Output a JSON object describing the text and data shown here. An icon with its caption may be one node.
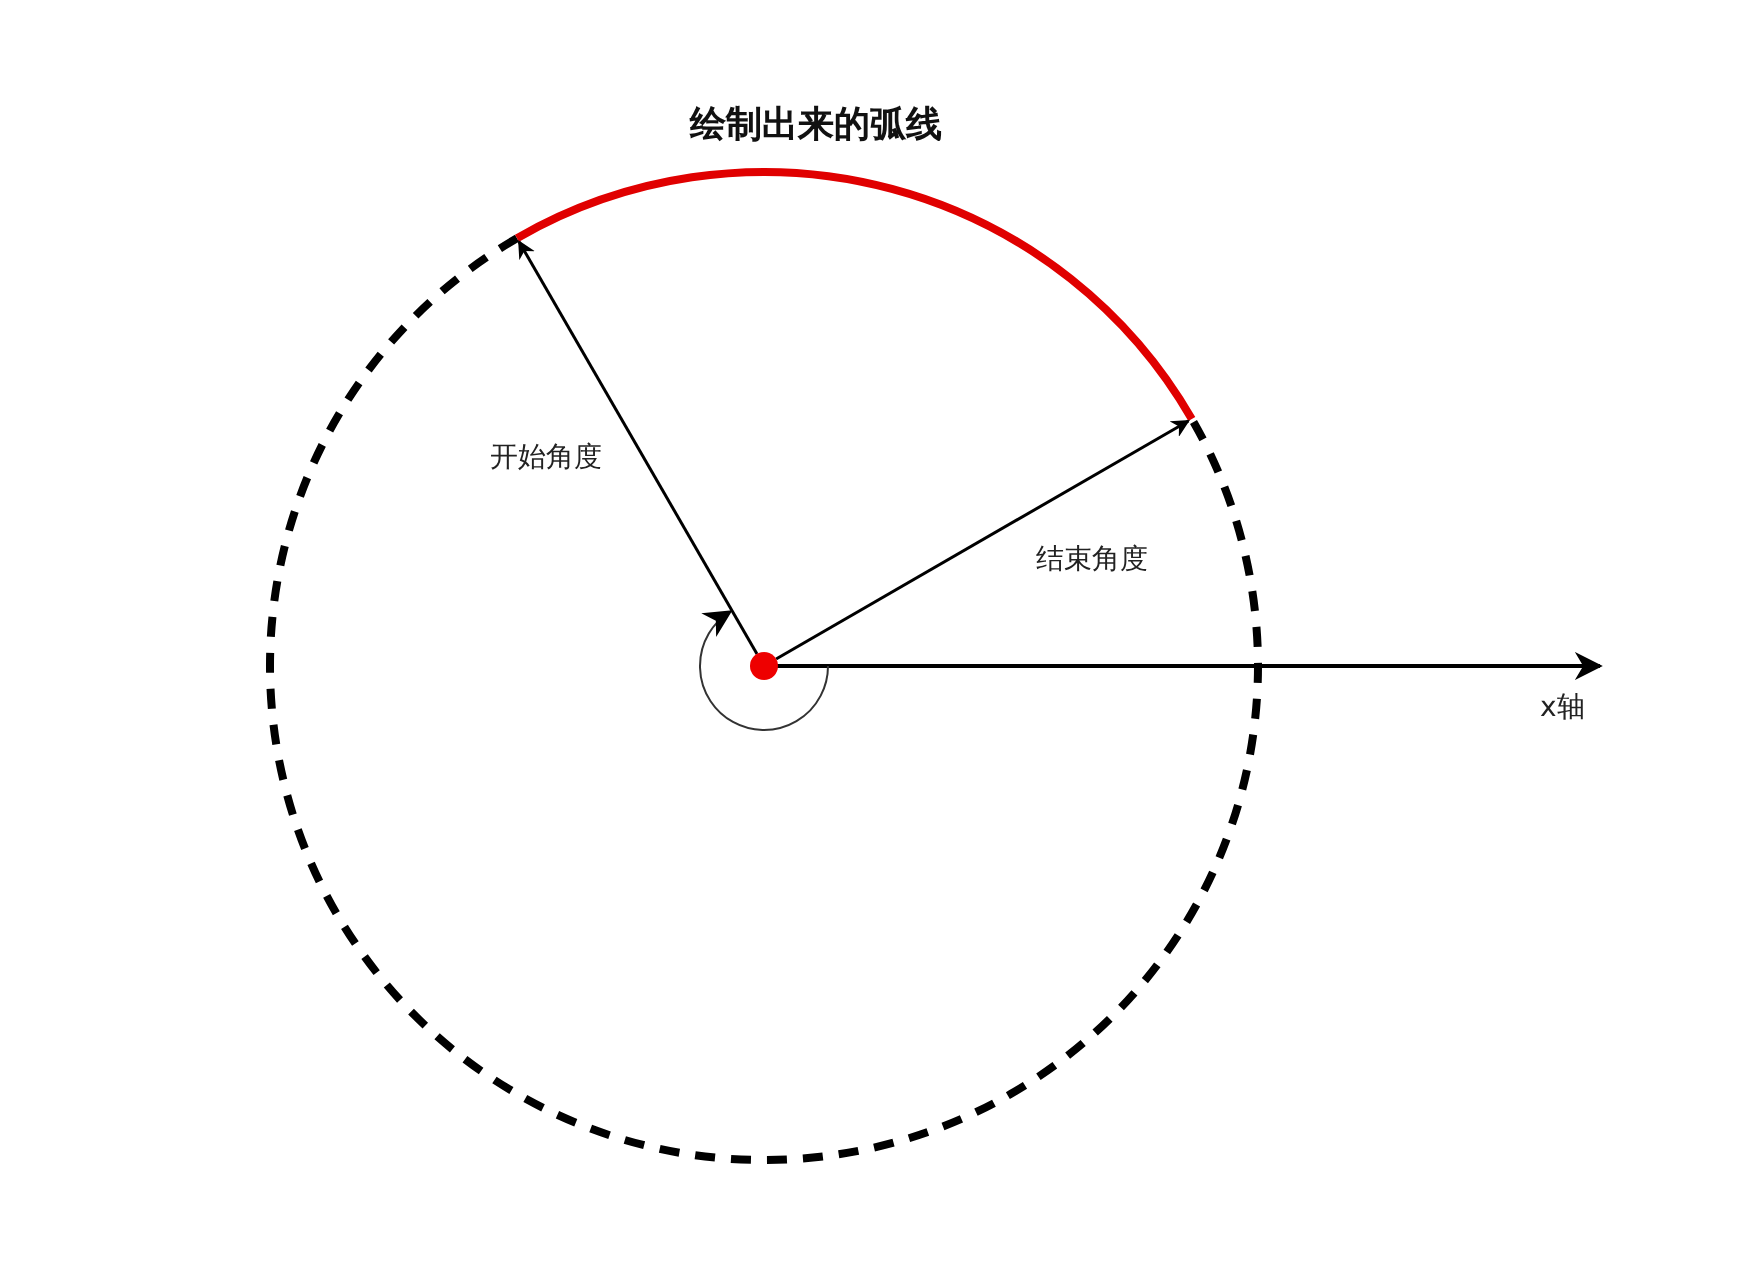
{
  "diagram": {
    "title": "绘制出来的弧线",
    "nodes": [
      {
        "text": [],
        "shape": "circle"
      },
      {
        "text": [],
        "shape": "arc"
      }
    ],
    "edges": [
      {
        "from": 0,
        "to": 1,
        "arrow": "to",
        "label": "开始角度"
      },
      {
        "from": 0,
        "to": 1,
        "arrow": "to",
        "label": "结束角度"
      }
    ],
    "labels": [
      "x轴"
    ]
  }
}
